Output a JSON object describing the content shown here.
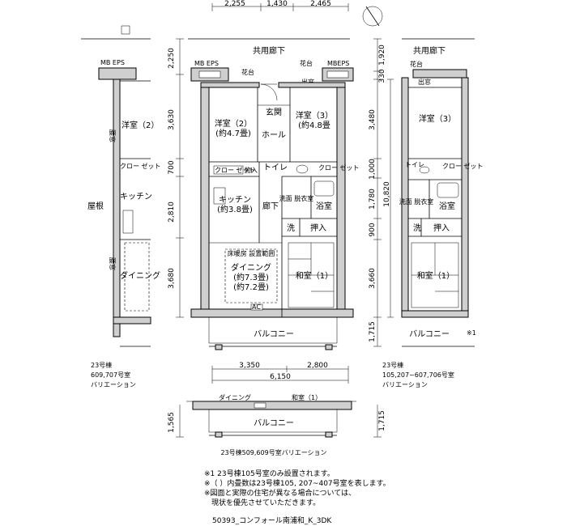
{
  "top_dims": [
    "2,255",
    "1,430",
    "2,465"
  ],
  "left_dims": [
    "2,250",
    "3,630",
    "700",
    "2,810",
    "3,680",
    "1,565"
  ],
  "right_dims_a": [
    "1,920",
    "330",
    "3,480",
    "1,000",
    "1,780",
    "900",
    "3,660",
    "1,715"
  ],
  "right_dims_b": "10,820",
  "bottom_dims": [
    "3,350",
    "2,800"
  ],
  "bottom_total": "6,150",
  "right_plan_dim": "1,715",
  "main": {
    "corridor": "共用廊下",
    "mb_eps_left": "MB EPS",
    "mb_eps_right": "MBEPS",
    "flower_left": "花台",
    "flower_right": "花台",
    "window": "出窓",
    "entrance": "玄関",
    "hall": "ホール",
    "room2": "洋室（2）",
    "room2_size": "(約4.7畳)",
    "room3": "洋室（3）",
    "room3_size": "(約4.8畳",
    "closet": "クロー ゼット",
    "closet2": "クロー ゼット",
    "storage": "物入",
    "toilet": "トイレ",
    "kitchen": "キッチン",
    "kitchen_size": "(約3.8畳)",
    "hallway": "廊下",
    "washroom": "洗面 脱衣室",
    "bath": "浴室",
    "wash": "洗",
    "oshiire": "押入",
    "floor_heat": "床暖房 設置範囲",
    "dining": "ダイニング",
    "dining_size1": "(約7.3畳)",
    "dining_size2": "(約7.2畳)",
    "washitsu": "和室（1）",
    "balcony": "バルコニー",
    "ac": "AC"
  },
  "left_plan": {
    "mb_eps": "MB EPS",
    "room": "洋室（2）",
    "closet": "クロー ゼット",
    "roof": "屋根",
    "kitchen": "キッチン",
    "dining": "ダイニング",
    "kaishitsu": "腰窓",
    "caption1": "23号棟",
    "caption2": "609,707号室",
    "caption3": "バリエーション"
  },
  "right_plan": {
    "corridor": "共用廊下",
    "flower": "花台",
    "window": "出窓",
    "room": "洋室（3）",
    "toilet": "トイレ",
    "closet": "クロー ゼット",
    "washroom": "洗面 脱衣室",
    "bath": "浴室",
    "wash": "洗",
    "oshiire": "押入",
    "washitsu": "和室（1）",
    "balcony": "バルコニー",
    "note_mark": "※1",
    "caption1": "23号棟",
    "caption2": "105,207~607,706号室",
    "caption3": "バリエーション"
  },
  "bottom_plan": {
    "dining": "ダイニング",
    "washitsu": "和室（1）",
    "balcony": "バルコニー",
    "caption": "23号棟509,609号室バリエーション"
  },
  "footnotes": [
    "※1  23号棟105号室のみ設置されます。",
    "※（ ）内畳数は23号棟105, 207~407号室を表します。",
    "※図面と実際の住宅が異なる場合については、",
    "　現状を優先させていただきます。"
  ],
  "footer": "50393_コンフォール南浦和_K_3DK"
}
